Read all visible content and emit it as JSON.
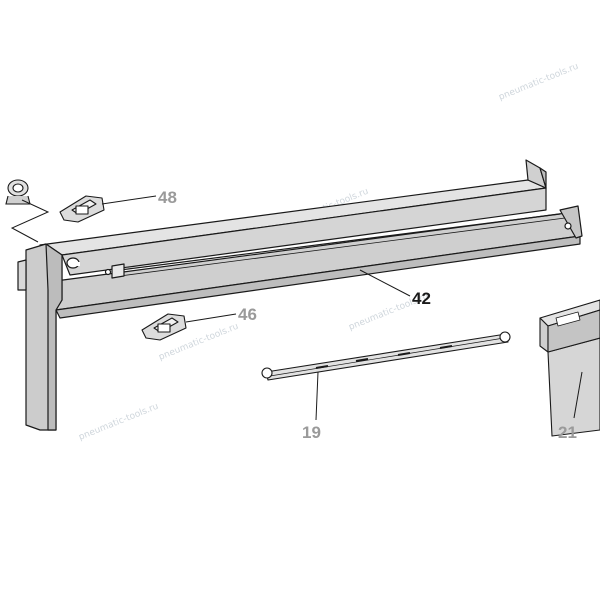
{
  "callouts": {
    "c48": "48",
    "c46": "46",
    "c42": "42",
    "c19": "19",
    "c21": "21"
  },
  "watermark": "pneumatic-tools.ru",
  "colors": {
    "part_fill": "#d9d9d9",
    "part_fill_dark": "#bdbdbd",
    "outline": "#1a1a1a",
    "label_grey": "#9a9a9a",
    "label_dark": "#1a1a1a",
    "watermark": "#cfd6dc"
  }
}
